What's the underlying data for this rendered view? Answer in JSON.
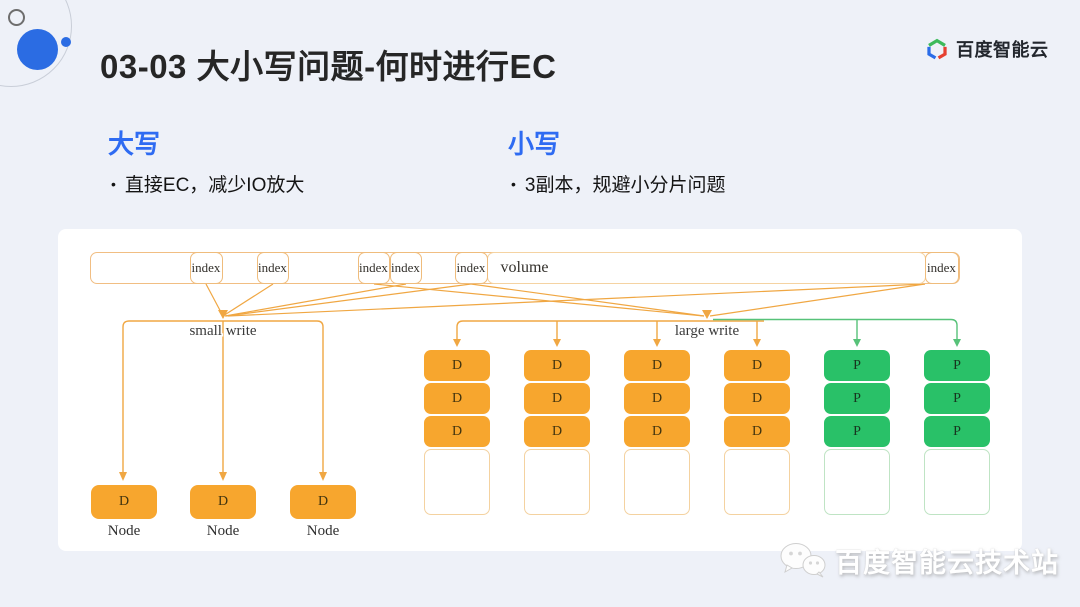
{
  "slide": {
    "title": "03-03 大小写问题-何时进行EC",
    "brand": {
      "name": "百度智能云"
    },
    "sections": [
      {
        "heading": "大写",
        "bullet_marker": "•",
        "bullet": "直接EC，减少IO放大"
      },
      {
        "heading": "小写",
        "bullet_marker": "•",
        "bullet": "3副本，规避小分片问题"
      }
    ],
    "watermark": {
      "text": "百度智能云技术站"
    }
  },
  "diagram": {
    "volume_bar": {
      "label": "volume",
      "segments": [
        "index",
        "index",
        "index",
        "index",
        "index",
        "index"
      ]
    },
    "small_write": {
      "label": "small write",
      "nodes": [
        {
          "block": "D",
          "label": "Node"
        },
        {
          "block": "D",
          "label": "Node"
        },
        {
          "block": "D",
          "label": "Node"
        }
      ]
    },
    "large_write": {
      "label": "large write",
      "columns": [
        {
          "type": "data",
          "blocks": [
            "D",
            "D",
            "D"
          ]
        },
        {
          "type": "data",
          "blocks": [
            "D",
            "D",
            "D"
          ]
        },
        {
          "type": "data",
          "blocks": [
            "D",
            "D",
            "D"
          ]
        },
        {
          "type": "data",
          "blocks": [
            "D",
            "D",
            "D"
          ]
        },
        {
          "type": "parity",
          "blocks": [
            "P",
            "P",
            "P"
          ]
        },
        {
          "type": "parity",
          "blocks": [
            "P",
            "P",
            "P"
          ]
        }
      ]
    },
    "colors": {
      "accent_blue": "#2E6BF2",
      "data_orange": "#F7A62E",
      "parity_green": "#29C168",
      "arrow_orange": "#F0A743",
      "arrow_green": "#57C279",
      "background": "#EEF1F8"
    }
  }
}
